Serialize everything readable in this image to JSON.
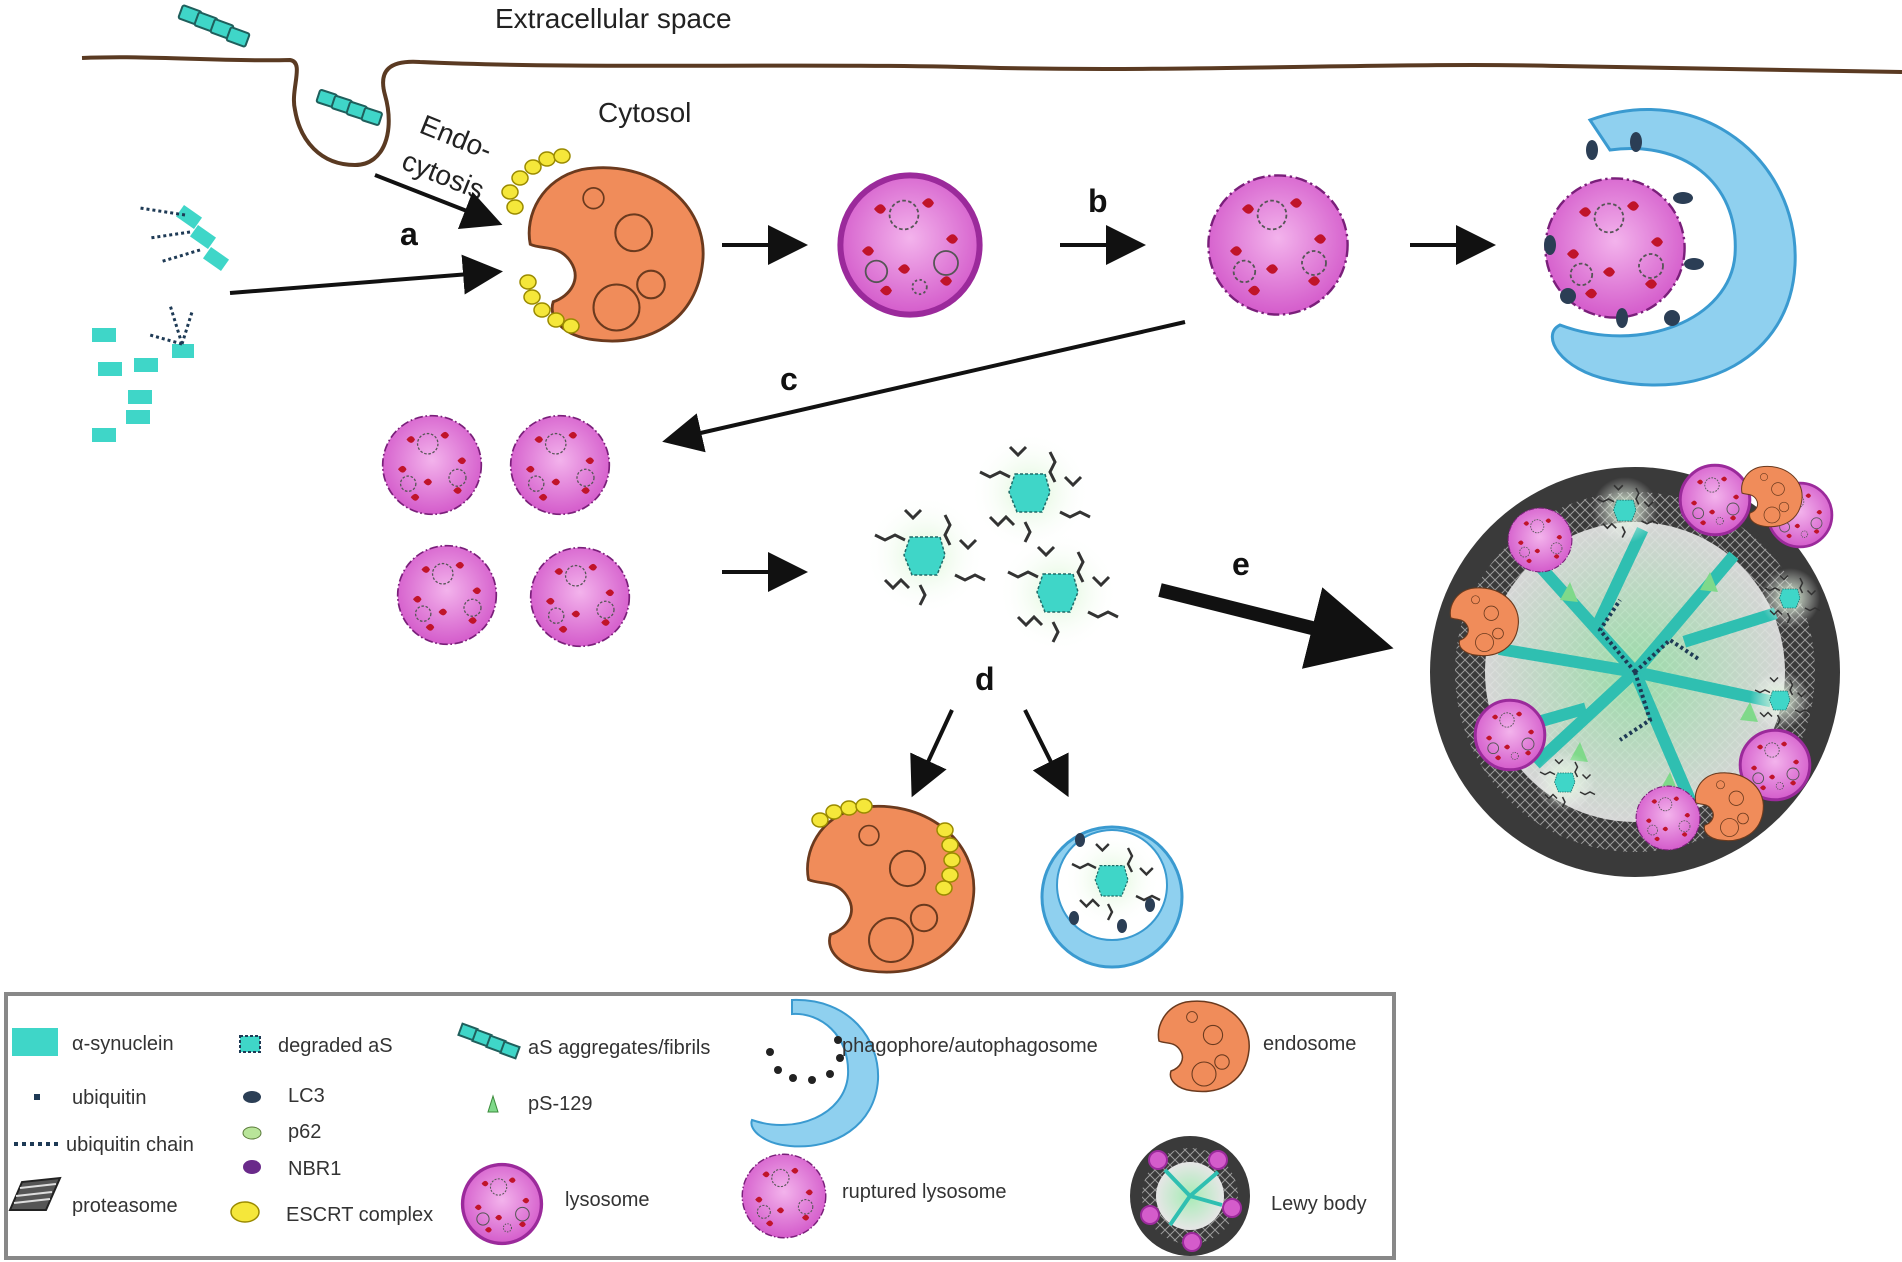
{
  "regions": {
    "extracellular": "Extracellular space",
    "cytosol": "Cytosol",
    "endocytosis_line1": "Endo-",
    "endocytosis_line2": "cytosis"
  },
  "steps": {
    "a": "a",
    "b": "b",
    "c": "c",
    "d": "d",
    "e": "e"
  },
  "legend": {
    "alpha_synuclein": "α-synuclein",
    "ubiquitin": "ubiquitin",
    "ubiquitin_chain": "ubiquitin chain",
    "proteasome": "proteasome",
    "degraded_as": "degraded aS",
    "lc3": "LC3",
    "p62": "p62",
    "nbr1": "NBR1",
    "escrt": "ESCRT complex",
    "aggregates": "aS aggregates/fibrils",
    "ps129": "pS-129",
    "lysosome": "lysosome",
    "phagophore": "phagophore/autophagosome",
    "ruptured_lysosome": "ruptured lysosome",
    "endosome": "endosome",
    "lewy_body": "Lewy body"
  },
  "colors": {
    "membrane": "#5a3a22",
    "endosome": "#f08c5a",
    "lysosome_fill": "#e07ad6",
    "lysosome_ring": "#9b2a9b",
    "synuclein": "#3fd6c8",
    "escrt": "#f5e73a",
    "phagophore": "#8fd0ef",
    "lewy_outer": "#3a3a3a",
    "lc3": "#2b3e55",
    "p62": "#b9e59a",
    "nbr1": "#6a2a8a"
  }
}
